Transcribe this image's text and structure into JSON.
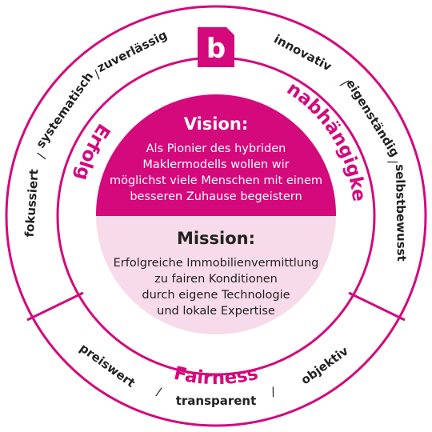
{
  "colors": {
    "brand": "#d3097c",
    "brand_light": "#f8dbea",
    "ring_fill": "#ffffff",
    "text_dark": "#222222",
    "text_light": "#ffffff"
  },
  "logo": {
    "letter": "b",
    "icon": "brand-logo-icon"
  },
  "values_top_left": [
    "fokussiert",
    "systematisch",
    "zuverlässig"
  ],
  "values_top_right": [
    "innovativ",
    "eigenständig",
    "selbstbewusst"
  ],
  "values_bottom": [
    "preiswert",
    "transparent",
    "objektiv"
  ],
  "separator": "/",
  "pillars": {
    "left": "Erfolg",
    "right": "Unabhängigkeit",
    "bottom": "Fairness"
  },
  "vision": {
    "title": "Vision:",
    "lines": [
      "Als Pionier des hybriden",
      "Maklermodells wollen wir",
      "möglichst viele Menschen mit einem",
      "besseren Zuhause begeistern"
    ]
  },
  "mission": {
    "title": "Mission:",
    "lines": [
      "Erfolgreiche Immobilienvermittlung",
      "zu fairen Konditionen",
      "durch eigene Technologie",
      "und lokale Expertise"
    ]
  }
}
